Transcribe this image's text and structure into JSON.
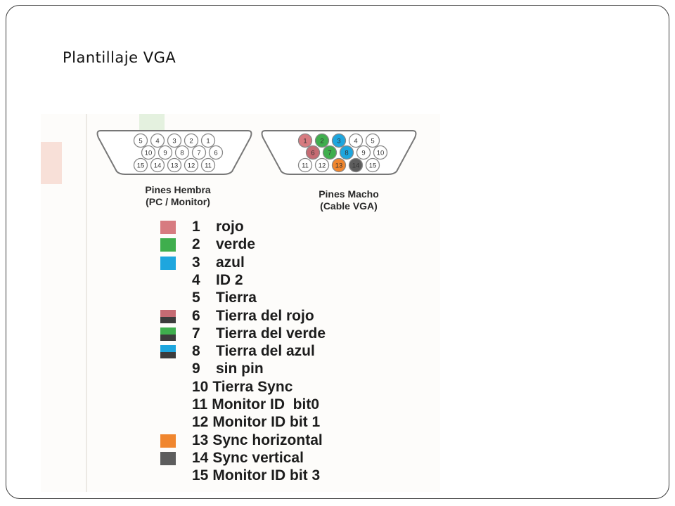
{
  "slide": {
    "title": "Plantillaje VGA"
  },
  "connectors": {
    "female": {
      "label_line1": "Pines Hembra",
      "label_line2": "(PC / Monitor)",
      "rows": [
        [
          "5",
          "4",
          "3",
          "2",
          "1"
        ],
        [
          "10",
          "9",
          "8",
          "7",
          "6"
        ],
        [
          "15",
          "14",
          "13",
          "12",
          "11"
        ]
      ]
    },
    "male": {
      "label_line1": "Pines Macho",
      "label_line2": "(Cable VGA)",
      "rows": [
        [
          "1",
          "2",
          "3",
          "4",
          "5"
        ],
        [
          "6",
          "7",
          "8",
          "9",
          "10"
        ],
        [
          "11",
          "12",
          "13",
          "14",
          "15"
        ]
      ]
    }
  },
  "pins": [
    {
      "number": "1",
      "name": "rojo",
      "color": "#d77b80",
      "split": false
    },
    {
      "number": "2",
      "name": "verde",
      "color": "#3fae4d",
      "split": false
    },
    {
      "number": "3",
      "name": "azul",
      "color": "#1ea6de",
      "split": false
    },
    {
      "number": "4",
      "name": "ID 2",
      "color": null,
      "split": false
    },
    {
      "number": "5",
      "name": "Tierra",
      "color": null,
      "split": false
    },
    {
      "number": "6",
      "name": "Tierra del rojo",
      "color": "#c56b73",
      "split": true
    },
    {
      "number": "7",
      "name": "Tierra del verde",
      "color": "#3fae4d",
      "split": true
    },
    {
      "number": "8",
      "name": "Tierra del azul",
      "color": "#1ea6de",
      "split": true
    },
    {
      "number": "9",
      "name": "sin pin",
      "color": null,
      "split": false
    },
    {
      "number": "10",
      "name": "Tierra Sync",
      "color": null,
      "split": false
    },
    {
      "number": "11",
      "name": "Monitor ID  bit0",
      "color": null,
      "split": false
    },
    {
      "number": "12",
      "name": "Monitor ID bit 1",
      "color": null,
      "split": false
    },
    {
      "number": "13",
      "name": "Sync horizontal",
      "color": "#f0862e",
      "split": false
    },
    {
      "number": "14",
      "name": "Sync vertical",
      "color": "#5d5d5d",
      "split": false
    },
    {
      "number": "15",
      "name": "Monitor ID bit 3",
      "color": null,
      "split": false
    }
  ]
}
